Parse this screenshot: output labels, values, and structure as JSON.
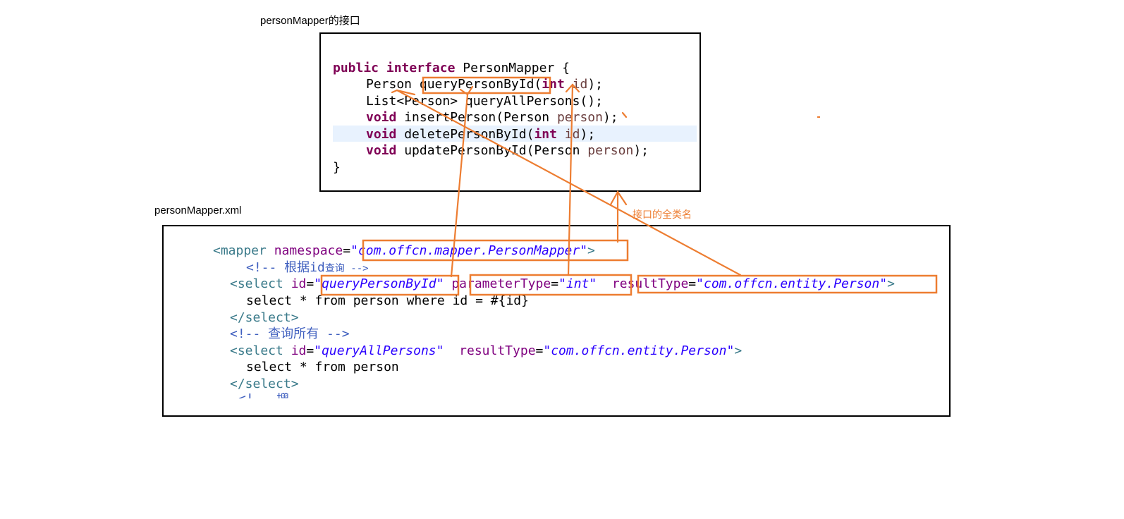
{
  "interface_caption": "personMapper的接口",
  "xml_caption": "personMapper.xml",
  "annotation": "接口的全类名",
  "java": {
    "l1_kw1": "public",
    "l1_kw2": "interface",
    "l1_name": "PersonMapper {",
    "l2_type": "Person ",
    "l2_method": "queryPersonById",
    "l2_open": "(",
    "l2_kw": "int",
    "l2_param": "id",
    "l2_close": ");",
    "l3_text": "List<Person> queryAllPersons();",
    "l4_kw": "void",
    "l4_mid": " insertPerson(Person ",
    "l4_param": "person",
    "l4_end": ");",
    "l5_kw": "void",
    "l5_mid": " deletePersonById(",
    "l5_kw2": "int",
    "l5_param": "id",
    "l5_end": ");",
    "l6_kw": "void",
    "l6_mid": " updatePersonById(Person ",
    "l6_param": "person",
    "l6_end": ");",
    "l7_text": "}"
  },
  "xml": {
    "m_open": "<mapper ",
    "m_attr": "namespace",
    "m_eq": "=",
    "m_val": "\"com.offcn.mapper.PersonMapper\"",
    "m_close": ">",
    "c1_a": "<!-- 根据id",
    "c1_b": "查询 -->",
    "s1_open": "<select ",
    "s1_attr1": "id",
    "s1_val1": "\"queryPersonById\"",
    "s1_attr2": "parameterType",
    "s1_val2": "\"int\"",
    "s1_attr3": "resultType",
    "s1_val3": "\"com.offcn.entity.Person\"",
    "s1_close": ">",
    "q1": "select * from person where id = #{id}",
    "end1": "</select>",
    "c2": "<!-- 查询所有 -->",
    "s2_open": "<select ",
    "s2_attr1": "id",
    "s2_val1": "\"queryAllPersons\"",
    "s2_attr2": "resultType",
    "s2_val2": "\"com.offcn.entity.Person\"",
    "s2_close": ">",
    "q2": "select * from person",
    "end2": "</select>"
  },
  "colors": {
    "accent_orange": "#ed7d31",
    "keyword": "#7f0055",
    "string": "#2a00ff"
  }
}
